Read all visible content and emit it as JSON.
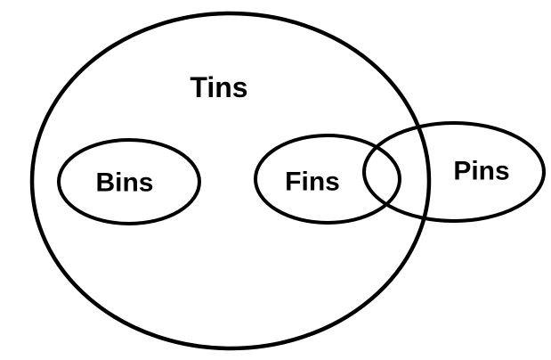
{
  "diagram": {
    "type": "euler-diagram",
    "background_color": "#ffffff",
    "outline_color": "#000000",
    "label_color": "#000000",
    "sets": [
      {
        "id": "tins",
        "label": "Tins",
        "relation": "outer set; contains Bins and Fins; its boundary passes through Pins"
      },
      {
        "id": "bins",
        "label": "Bins",
        "relation": "fully inside Tins; disjoint from Fins and Pins"
      },
      {
        "id": "fins",
        "label": "Fins",
        "relation": "fully inside Tins; overlaps Pins"
      },
      {
        "id": "pins",
        "label": "Pins",
        "relation": "overlaps Fins; extends partly outside Tins"
      }
    ]
  }
}
